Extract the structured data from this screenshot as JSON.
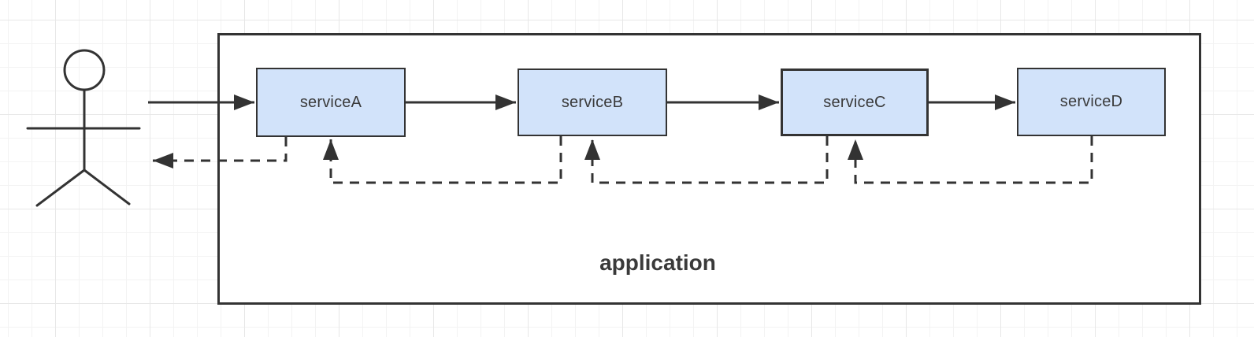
{
  "diagram": {
    "container": {
      "label": "application"
    },
    "nodes": {
      "a": {
        "label": "serviceA"
      },
      "b": {
        "label": "serviceB"
      },
      "c": {
        "label": "serviceC"
      },
      "d": {
        "label": "serviceD"
      }
    },
    "actor": {
      "shape": "stick-figure",
      "label": ""
    },
    "edges": [
      {
        "from": "actor",
        "to": "serviceA",
        "style": "solid",
        "direction": "right"
      },
      {
        "from": "serviceA",
        "to": "serviceB",
        "style": "solid",
        "direction": "right"
      },
      {
        "from": "serviceB",
        "to": "serviceC",
        "style": "solid",
        "direction": "right"
      },
      {
        "from": "serviceC",
        "to": "serviceD",
        "style": "solid",
        "direction": "right"
      },
      {
        "from": "serviceA",
        "to": "actor",
        "style": "dashed",
        "direction": "left"
      },
      {
        "from": "serviceB",
        "to": "serviceA",
        "style": "dashed",
        "direction": "up"
      },
      {
        "from": "serviceC",
        "to": "serviceB",
        "style": "dashed",
        "direction": "up"
      },
      {
        "from": "serviceD",
        "to": "serviceC",
        "style": "dashed",
        "direction": "up"
      }
    ],
    "colors": {
      "node_fill": "#d2e3fa",
      "stroke": "#333333",
      "label_text": "#3a3a3a",
      "canvas_grid_minor": "#f3f3f3",
      "canvas_grid_major": "#e7e7e7",
      "canvas_background": "#ffffff"
    }
  }
}
